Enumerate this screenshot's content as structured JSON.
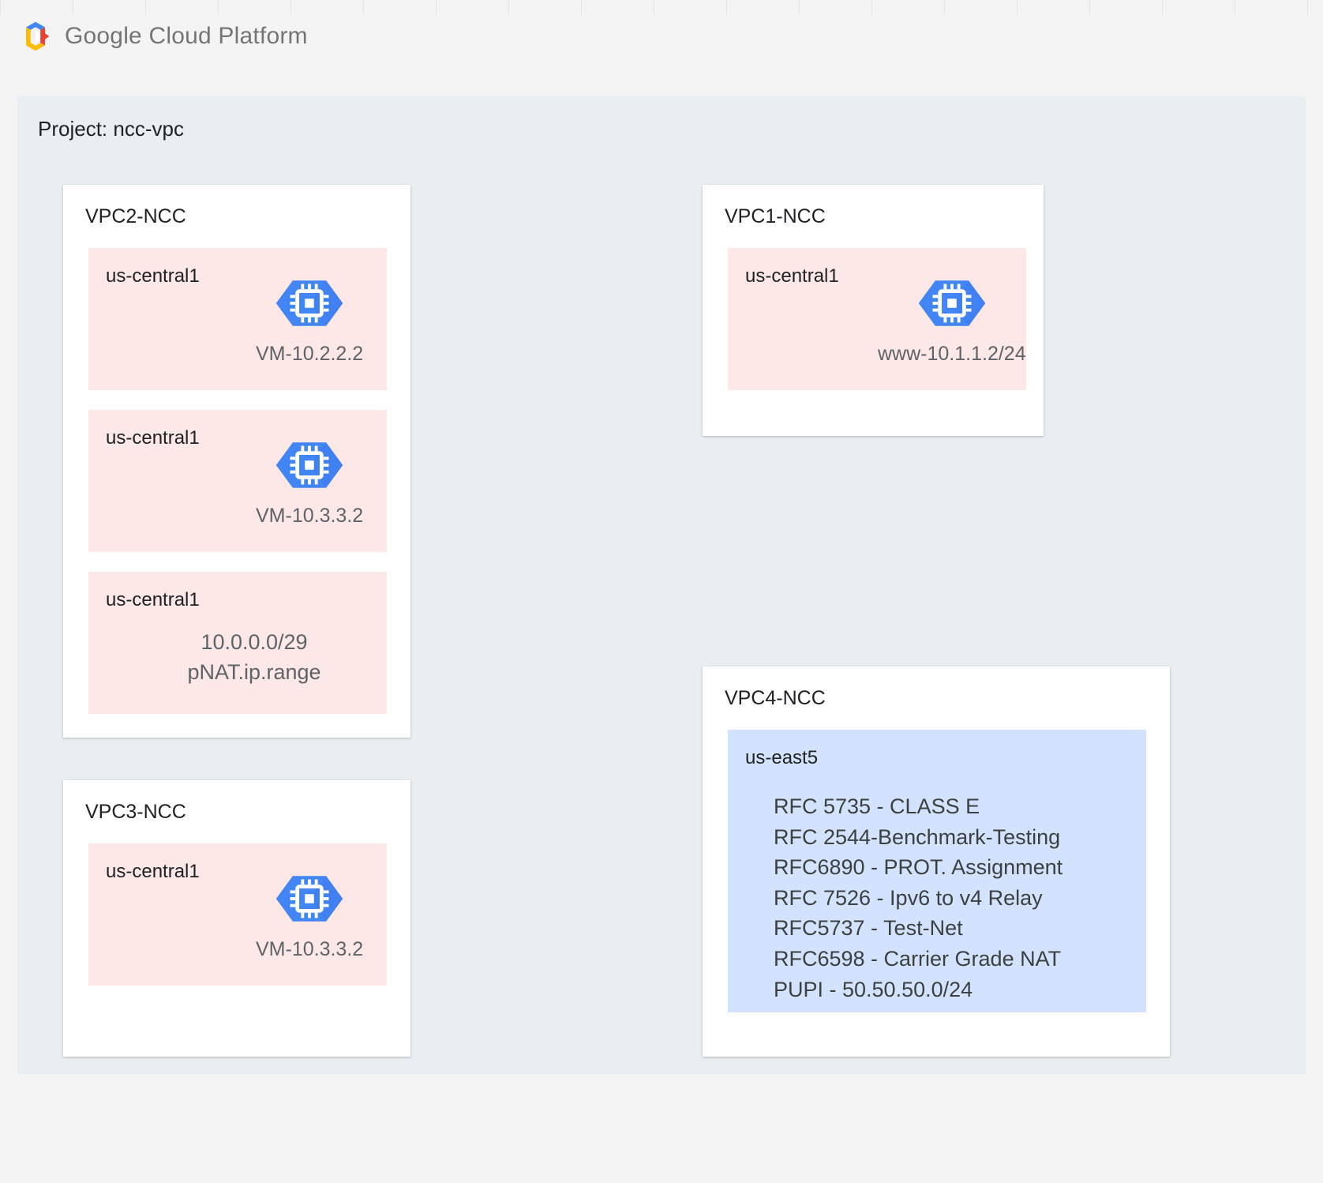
{
  "brand": {
    "logo_icon": "google-cloud-platform-logo",
    "name_part1": "Google",
    "name_part2": "Cloud Platform"
  },
  "project": {
    "label": "Project: ncc-vpc"
  },
  "colors": {
    "page_background": "#f4f4f4",
    "project_background": "#e9eef1",
    "card_background": "#ffffff",
    "region_pink": "#fce8e6",
    "region_blue": "#d3e3fd",
    "vm_icon_blue": "#4285f4",
    "vm_icon_shadow": "#3b78e7",
    "title_text": "#202124",
    "muted_text": "#5f6368"
  },
  "vpcs": [
    {
      "title": "VPC2-NCC",
      "regions": [
        {
          "label": "us-central1",
          "tone": "pink",
          "vm": {
            "icon": "compute-engine-vm-icon",
            "caption": "VM-10.2.2.2"
          }
        },
        {
          "label": "us-central1",
          "tone": "pink",
          "vm": {
            "icon": "compute-engine-vm-icon",
            "caption": "VM-10.3.3.2"
          }
        },
        {
          "label": "us-central1",
          "tone": "pink",
          "text_lines": [
            "10.0.0.0/29",
            "pNAT.ip.range"
          ]
        }
      ]
    },
    {
      "title": "VPC3-NCC",
      "regions": [
        {
          "label": "us-central1",
          "tone": "pink",
          "vm": {
            "icon": "compute-engine-vm-icon",
            "caption": "VM-10.3.3.2"
          }
        }
      ]
    },
    {
      "title": "VPC1-NCC",
      "regions": [
        {
          "label": "us-central1",
          "tone": "pink",
          "vm": {
            "icon": "compute-engine-vm-icon",
            "caption": "www-10.1.1.2/24"
          }
        }
      ]
    },
    {
      "title": "VPC4-NCC",
      "regions": [
        {
          "label": "us-east5",
          "tone": "blue",
          "rfc_lines": [
            "RFC 5735 - CLASS E",
            "RFC 2544-Benchmark-Testing",
            "RFC6890 - PROT. Assignment",
            "RFC 7526 - Ipv6 to v4 Relay",
            "RFC5737 - Test-Net",
            "RFC6598 - Carrier Grade NAT",
            "PUPI - 50.50.50.0/24"
          ]
        }
      ]
    }
  ]
}
